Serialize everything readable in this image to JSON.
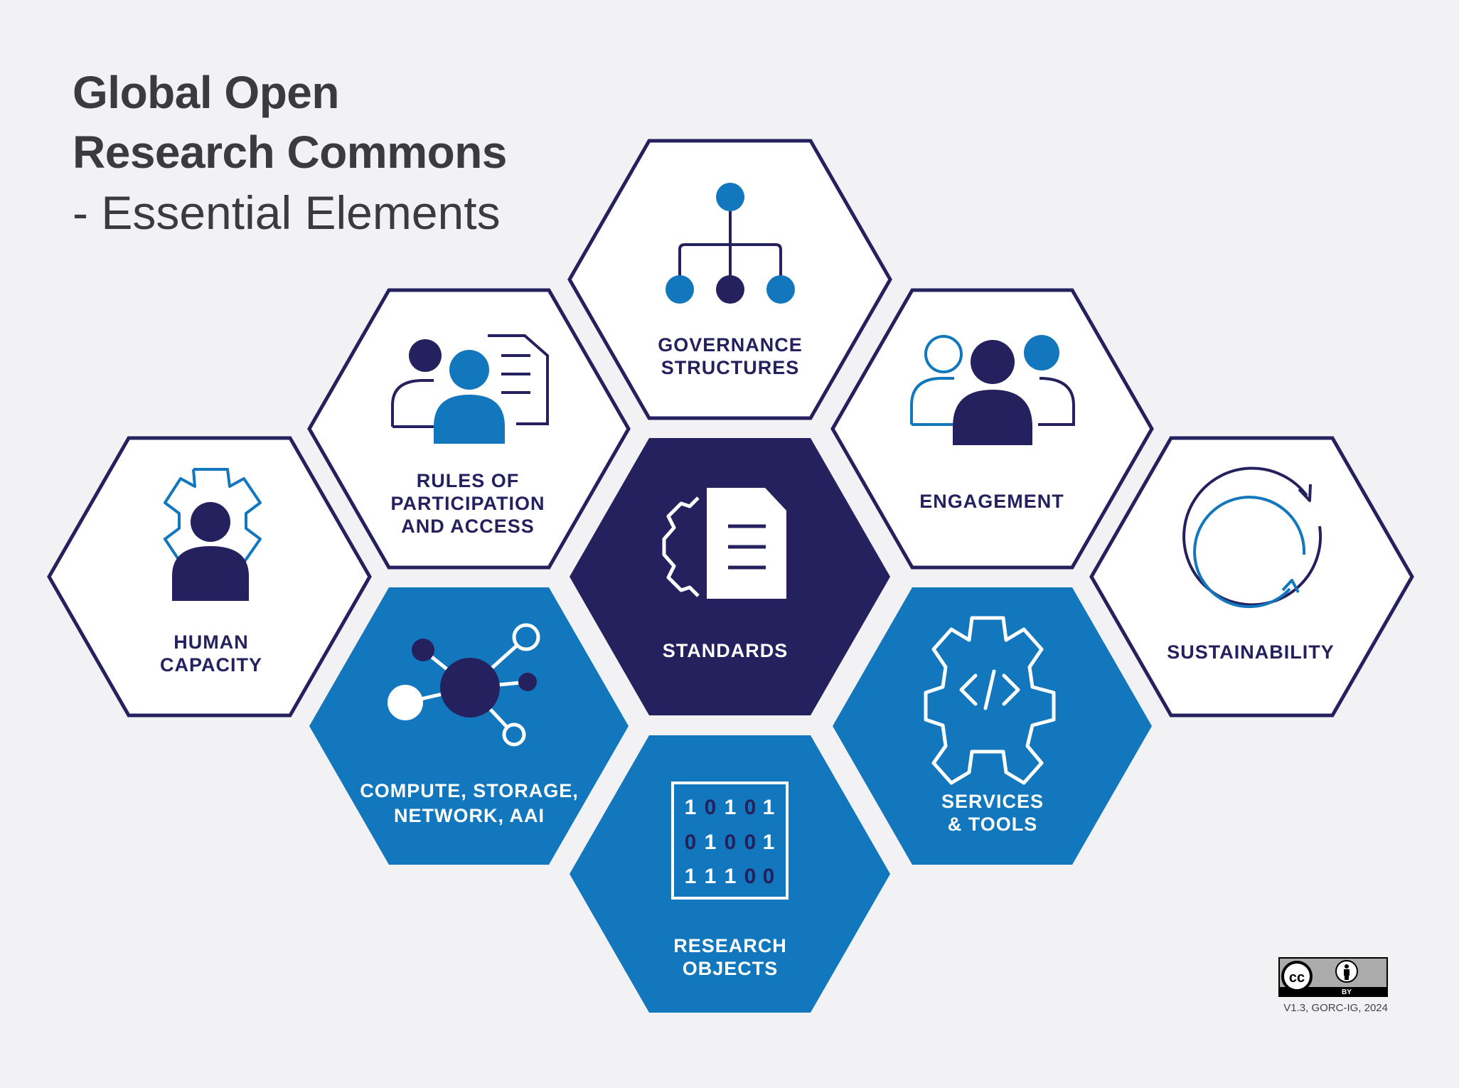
{
  "title": {
    "line1": "Global Open",
    "line2": "Research Commons",
    "subtitle": "- Essential Elements"
  },
  "colors": {
    "navy": "#25215e",
    "blue": "#1277bd",
    "white": "#ffffff",
    "background": "#f2f2f5"
  },
  "hexagons": {
    "governance": {
      "line1": "GOVERNANCE",
      "line2": "STRUCTURES",
      "icon": "hierarchy-icon"
    },
    "rules": {
      "line1": "RULES OF",
      "line2": "PARTICIPATION",
      "line3": "AND ACCESS",
      "icon": "people-document-icon"
    },
    "engagement": {
      "line1": "ENGAGEMENT",
      "icon": "group-people-icon"
    },
    "human": {
      "line1": "HUMAN",
      "line2": "CAPACITY",
      "icon": "person-gear-icon"
    },
    "standards": {
      "line1": "STANDARDS",
      "icon": "gear-document-icon"
    },
    "sustainability": {
      "line1": "SUSTAINABILITY",
      "icon": "cycle-arrows-icon"
    },
    "compute": {
      "line1": "COMPUTE, STORAGE,",
      "line2": "NETWORK, AAI",
      "icon": "network-nodes-icon"
    },
    "services": {
      "line1": "SERVICES",
      "line2": "& TOOLS",
      "icon": "gear-code-icon"
    },
    "research": {
      "line1": "RESEARCH",
      "line2": "OBJECTS",
      "icon": "binary-data-icon",
      "binary": [
        [
          "1",
          "0",
          "1",
          "0",
          "1"
        ],
        [
          "0",
          "1",
          "0",
          "0",
          "1"
        ],
        [
          "1",
          "1",
          "1",
          "0",
          "0"
        ]
      ]
    }
  },
  "license": {
    "cc_text": "cc",
    "by_text": "BY",
    "version": "V1.3, GORC-IG, 2024"
  }
}
